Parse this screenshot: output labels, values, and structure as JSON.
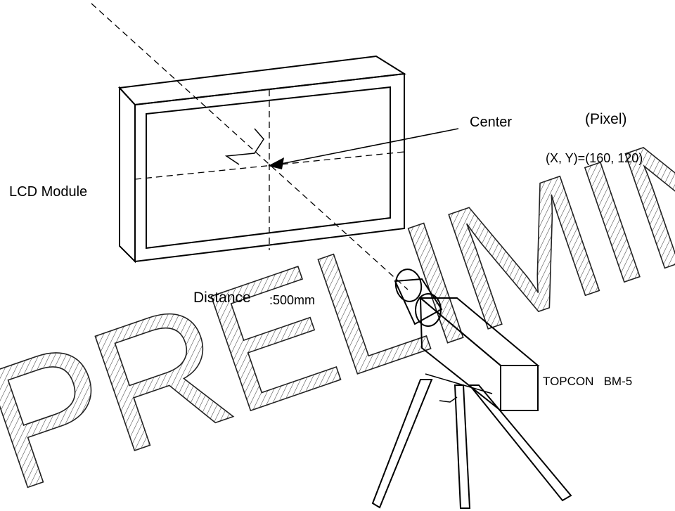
{
  "labels": {
    "center": "Center",
    "pixel_heading": "(Pixel)",
    "coordinates": "(X, Y)=(160, 120)",
    "lcd_module": "LCD Module",
    "distance": "Distance",
    "distance_value": ":500mm",
    "device": "TOPCON   BM-5"
  },
  "watermark": "PRELIMINARY"
}
